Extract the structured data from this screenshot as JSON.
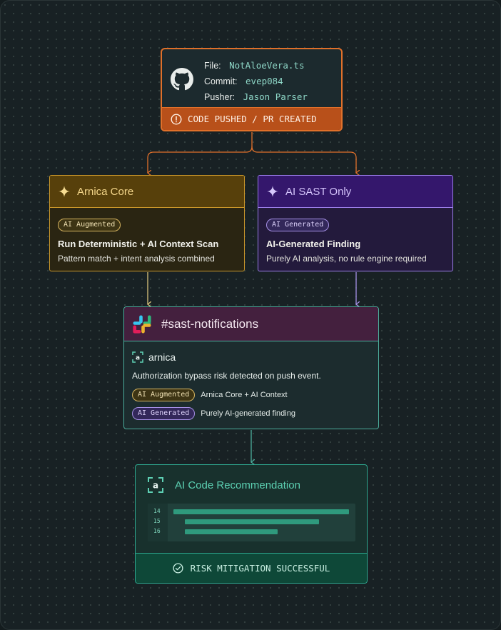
{
  "git": {
    "file_label": "File:",
    "file_value": "NotAloeVera.ts",
    "commit_label": "Commit:",
    "commit_value": "evep084",
    "pusher_label": "Pusher:",
    "pusher_value": "Jason Parser",
    "status": "CODE PUSHED / PR CREATED",
    "icon": "github-icon"
  },
  "core": {
    "title": "Arnica Core",
    "badge": "AI Augmented",
    "heading": "Run Deterministic + AI Context Scan",
    "description": "Pattern match + intent analysis combined"
  },
  "sast": {
    "title": "AI SAST Only",
    "badge": "AI Generated",
    "heading": "AI-Generated Finding",
    "description": "Purely AI analysis, no rule engine required"
  },
  "slack": {
    "channel": "#sast-notifications",
    "brand": "arnica",
    "message": "Authorization bypass risk detected on push event.",
    "tags": [
      {
        "badge": "AI Augmented",
        "text": "Arnica Core + AI Context"
      },
      {
        "badge": "AI Generated",
        "text": "Purely AI-generated finding"
      }
    ]
  },
  "recommendation": {
    "title": "AI Code Recommendation",
    "line_numbers": [
      "14",
      "15",
      "16"
    ],
    "status": "RISK MITIGATION SUCCESSFUL"
  },
  "colors": {
    "push_accent": "#e0702a",
    "core_accent": "#c9962a",
    "sast_accent": "#9b7de8",
    "notify_accent": "#4cae9d",
    "success_accent": "#2ea890"
  }
}
